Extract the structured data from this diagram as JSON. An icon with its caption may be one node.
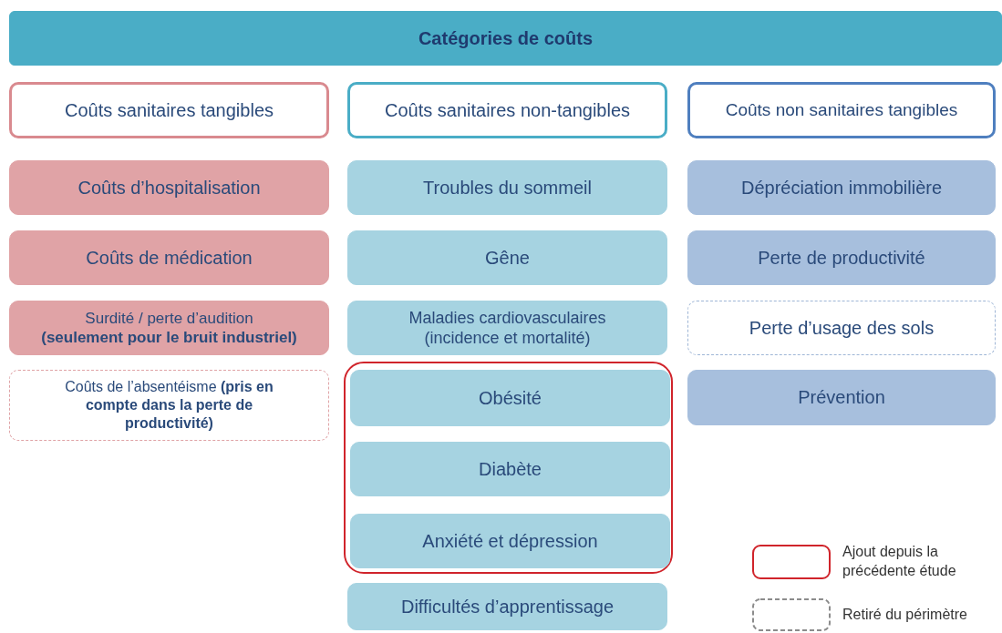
{
  "diagram": {
    "nodes": [
      {
        "text": [
          "Catégories de coûts"
        ]
      },
      {
        "text": [
          "Coûts sanitaires tangibles"
        ]
      },
      {
        "text": [
          "Coûts sanitaires non-tangibles"
        ]
      },
      {
        "text": [
          "Coûts non sanitaires tangibles"
        ]
      },
      {
        "text": [
          "Coûts d’hospitalisation"
        ]
      },
      {
        "text": [
          "Coûts de médication"
        ]
      },
      {
        "text": [
          "Surdité / perte d’audition **(seulement pour le bruit industriel)**"
        ]
      },
      {
        "text": [
          "Coûts de l’absentéisme **(pris en compte dans la perte de productivité)**"
        ]
      },
      {
        "text": [
          "Troubles du sommeil"
        ]
      },
      {
        "text": [
          "Gêne"
        ]
      },
      {
        "text": [
          "Maladies cardiovasculaires (incidence et mortalité)"
        ]
      },
      {
        "text": [],
        "shape": "box"
      },
      {
        "text": [
          "Obésité"
        ],
        "in": 11
      },
      {
        "text": [
          "Diabète"
        ],
        "in": 11
      },
      {
        "text": [
          "Anxiété et dépression"
        ],
        "in": 11
      },
      {
        "text": [
          "Difficultés d’apprentissage"
        ]
      },
      {
        "text": [
          "Dépréciation immobilière"
        ]
      },
      {
        "text": [
          "Perte de productivité"
        ]
      },
      {
        "text": [
          "Perte d’usage des sols"
        ]
      },
      {
        "text": [
          "Prévention"
        ]
      }
    ],
    "legend": [
      {
        "text": "Ajout depuis la précédente étude"
      },
      {
        "text": "Retiré du périmètre"
      }
    ]
  }
}
